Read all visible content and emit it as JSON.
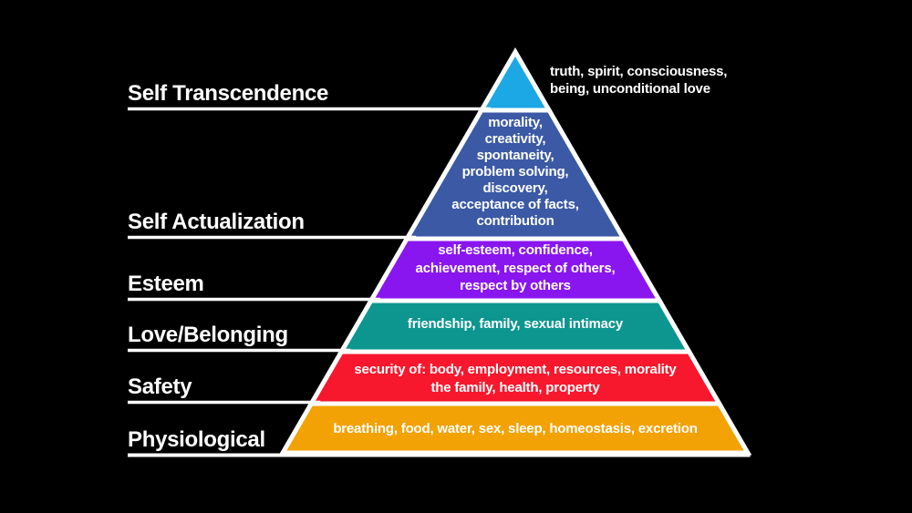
{
  "colors": {
    "background": "#000000",
    "outline": "#FFFFFF",
    "text": "#FFFFFF"
  },
  "levels": [
    {
      "id": "self-transcendence",
      "label": "Self Transcendence",
      "color": "#1CA8E4",
      "items_text": "truth, spirit, consciousness,\nbeing, unconditional love"
    },
    {
      "id": "self-actualization",
      "label": "Self Actualization",
      "color": "#3B59A5",
      "items_text": "morality,\ncreativity,\nspontaneity,\nproblem solving,\ndiscovery,\nacceptance of facts,\ncontribution"
    },
    {
      "id": "esteem",
      "label": "Esteem",
      "color": "#8A16EF",
      "items_text": "self-esteem, confidence,\nachievement, respect of others,\nrespect by others"
    },
    {
      "id": "love-belonging",
      "label": "Love/Belonging",
      "color": "#0D9690",
      "items_text": "friendship, family, sexual intimacy"
    },
    {
      "id": "safety",
      "label": "Safety",
      "color": "#F7182D",
      "items_text": "security of: body, employment, resources, morality\nthe family, health, property"
    },
    {
      "id": "physiological",
      "label": "Physiological",
      "color": "#F2A204",
      "items_text": "breathing, food, water, sex, sleep, homeostasis, excretion"
    }
  ]
}
